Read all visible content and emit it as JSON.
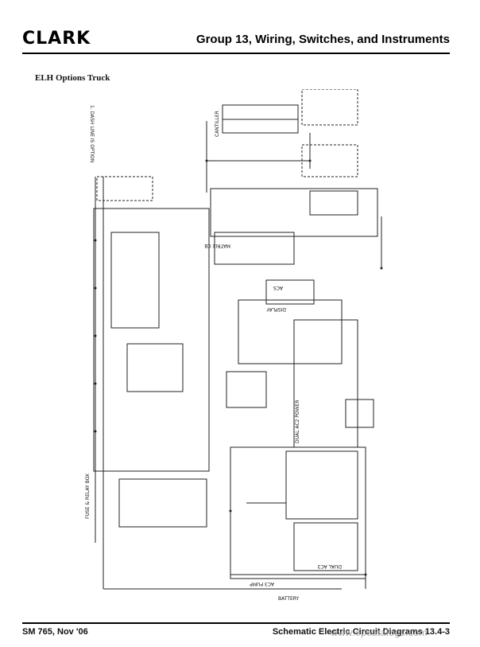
{
  "header": {
    "brand": "CLARK",
    "title": "Group 13, Wiring, Switches, and Instruments"
  },
  "section_title": "ELH Options Truck",
  "diagram_labels": {
    "note": "1. DASH LINE IS OPTION",
    "canbus": "CANTILLER",
    "matrix": "MATRIX CB",
    "display": "DISPLAY",
    "acs": "ACS",
    "dual_power": "DUAL AC2 POWER",
    "fuse_box": "FUSE & RELAY BOX",
    "acs_pump": "AC3 PUMP",
    "dual_acs": "DUAL AC3",
    "battery": "BATTERY"
  },
  "footer": {
    "left": "SM 765, Nov '06",
    "right": "Schematic Electric Circuit Diagrams  13.4-3",
    "watermark": "www.epcatalogs.com"
  }
}
